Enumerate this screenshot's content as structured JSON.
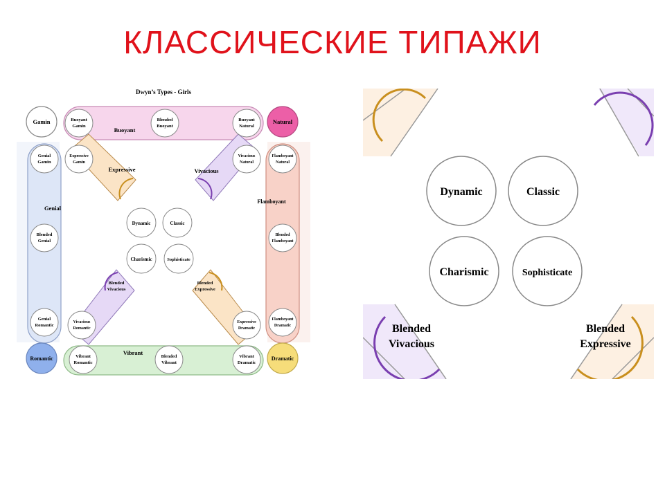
{
  "slide": {
    "title": "КЛАССИЧЕСКИЕ ТИПАЖИ"
  },
  "left_diagram": {
    "title": "Dwyn’s Types - Girls",
    "corners": {
      "gamin": "Gamin",
      "natural": "Natural",
      "romantic": "Romantic",
      "dramatic": "Dramatic"
    },
    "bands": {
      "buoyant": "Buoyant",
      "genial": "Genial",
      "flamboyant": "Flamboyant",
      "vibrant": "Vibrant",
      "expressive": "Expressive",
      "vivacious": "Vivacious"
    },
    "circles": {
      "buoyant_gamin": [
        "Buoyant",
        "Gamin"
      ],
      "blended_buoyant": [
        "Blended",
        "Buoyant"
      ],
      "buoyant_natural": [
        "Buoyant",
        "Natural"
      ],
      "genial_gamin": [
        "Genial",
        "Gamin"
      ],
      "blended_genial": [
        "Blended",
        "Genial"
      ],
      "genial_romantic": [
        "Genial",
        "Romantic"
      ],
      "flamboyant_natural": [
        "Flamboyant",
        "Natural"
      ],
      "blended_flamboyant": [
        "Blended",
        "Flamboyant"
      ],
      "flamboyant_dramatic": [
        "Flamboyant",
        "Dramatic"
      ],
      "vibrant_romantic": [
        "Vibrant",
        "Romantic"
      ],
      "blended_vibrant": [
        "Blended",
        "Vibrant"
      ],
      "vibrant_dramatic": [
        "Vibrant",
        "Dramatic"
      ],
      "expressive_gamin": [
        "Expressive",
        "Gamin"
      ],
      "vivacious_natural": [
        "Vivacious",
        "Natural"
      ],
      "vivacious_romantic": [
        "Vivacious",
        "Romantic"
      ],
      "expressive_dramatic": [
        "Expressive",
        "Dramatic"
      ],
      "blended_vivacious": [
        "Blended",
        "Vivacious"
      ],
      "blended_expressive": [
        "Blended",
        "Expressive"
      ]
    },
    "center": [
      "Dynamic",
      "Classic",
      "Charismic",
      "Sophisticate"
    ]
  },
  "right_diagram": {
    "center": [
      "Dynamic",
      "Classic",
      "Charismic",
      "Sophisticate"
    ],
    "blended_vivacious": [
      "Blended",
      "Vivacious"
    ],
    "blended_expressive": [
      "Blended",
      "Expressive"
    ]
  },
  "colors": {
    "title_red": "#e0121b",
    "buoyant_band": "#f7d6ec",
    "genial_band": "#dde6f7",
    "flamboyant_band": "#f8d2c8",
    "vibrant_band": "#d8f0d4",
    "expressive_band": "#fbe4c6",
    "vivacious_band": "#e6d9f6",
    "natural_fill": "#ec5fa7",
    "romantic_fill": "#8fb0ec",
    "dramatic_fill": "#f6dd7a",
    "expressive_arc": "#c98f1e",
    "vivacious_arc": "#7a3fb0"
  }
}
